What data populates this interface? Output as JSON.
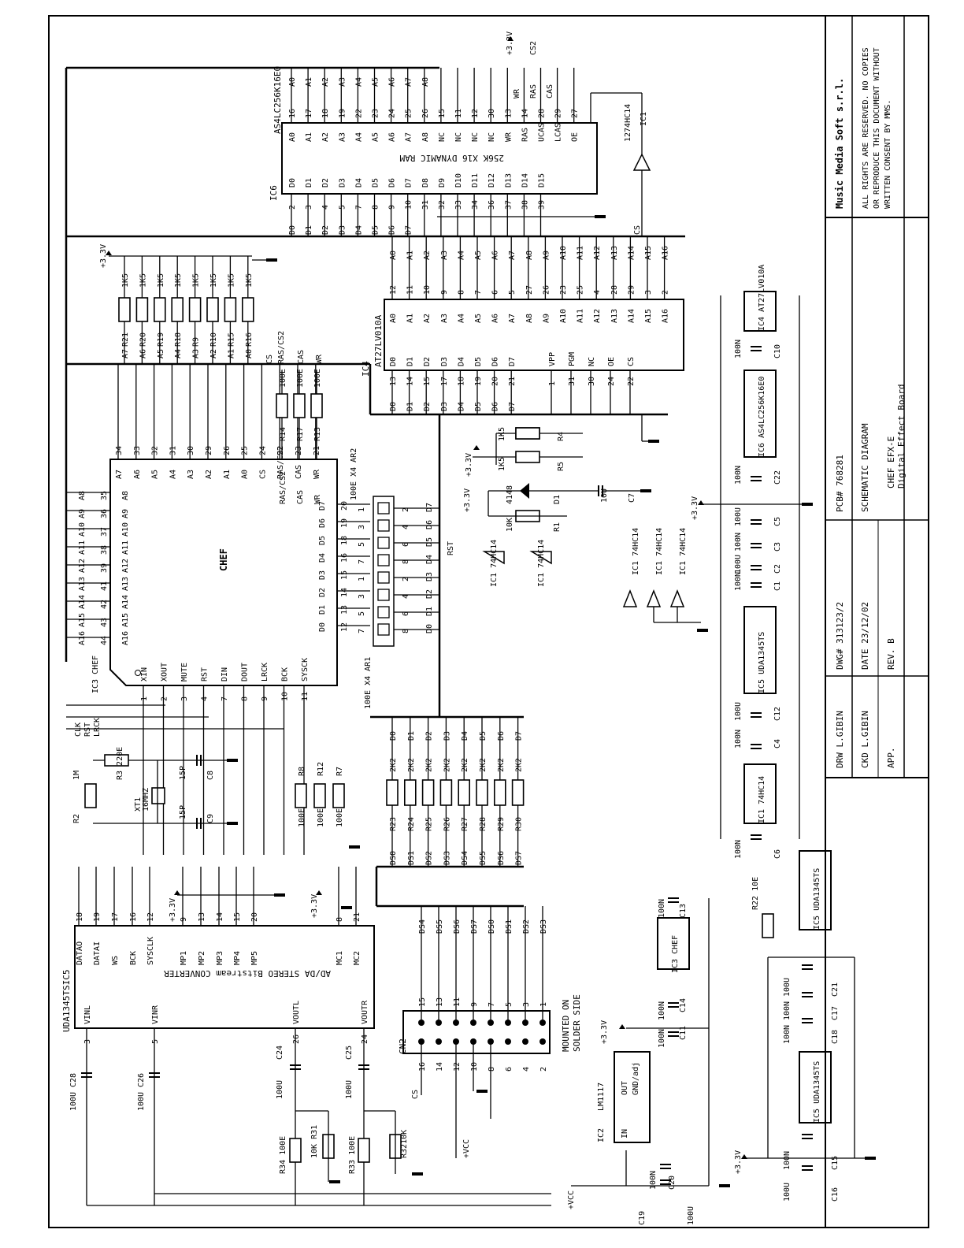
{
  "title_block": {
    "company": "Music Media Soft s.r.l.",
    "copyright": [
      "ALL RIGHTS ARE RESERVED. NO COPIES",
      "OR REPRODUCE THIS DOCUMENT WITHOUT",
      "WRITTEN  CONSENT  BY MMS."
    ],
    "pcb": "PCB#  768281",
    "diagram": "SCHEMATIC DIAGRAM",
    "project": "CHEF EFX-E",
    "subtitle": "Digital Effect Board",
    "dwg": "DWG#  313123/2",
    "date": "DATE  23/12/02",
    "rev": "REV.    B",
    "drw": "DRW  L.GIBIN",
    "ckd": "CKD  L.GIBIN",
    "app": "APP."
  },
  "ram": {
    "ref": "IC6",
    "part": "AS4LC256K16E0",
    "desc": "256K X16 DYNAMIC RAM",
    "addr_pins": [
      "A0",
      "A1",
      "A2",
      "A3",
      "A4",
      "A5",
      "A6",
      "A7",
      "A8",
      "NC",
      "NC",
      "NC",
      "NC",
      "WR",
      "RAS",
      "UCAS",
      "LCAS",
      "OE"
    ],
    "addr_nums": [
      "16",
      "17",
      "18",
      "19",
      "22",
      "23",
      "24",
      "25",
      "26",
      "15",
      "11",
      "12",
      "30",
      "13",
      "14",
      "28",
      "29",
      "27"
    ],
    "data_pins": [
      "D0",
      "D1",
      "D2",
      "D3",
      "D4",
      "D5",
      "D6",
      "D7",
      "D8",
      "D9",
      "D10",
      "D11",
      "D12",
      "D13",
      "D14",
      "D15"
    ],
    "data_nums": [
      "2",
      "3",
      "4",
      "5",
      "7",
      "8",
      "9",
      "10",
      "31",
      "32",
      "33",
      "34",
      "36",
      "37",
      "38",
      "39"
    ],
    "top_nets": [
      "A0",
      "A1",
      "A2",
      "A3",
      "A4",
      "A5",
      "A6",
      "A7",
      "A8",
      "WR",
      "RAS",
      "CAS"
    ],
    "bot_nets": [
      "D0",
      "D1",
      "D2",
      "D3",
      "D4",
      "D5",
      "D6",
      "D7",
      "CS"
    ]
  },
  "rom": {
    "ref": "IC4",
    "part": "AT27LV010A",
    "addr_pins": [
      "A0",
      "A1",
      "A2",
      "A3",
      "A4",
      "A5",
      "A6",
      "A7",
      "A8",
      "A9",
      "A10",
      "A11",
      "A12",
      "A13",
      "A14",
      "A15",
      "A16"
    ],
    "addr_nums": [
      "12",
      "11",
      "10",
      "9",
      "8",
      "7",
      "6",
      "5",
      "27",
      "26",
      "23",
      "25",
      "4",
      "28",
      "29",
      "3",
      "2"
    ],
    "data_pins": [
      "D0",
      "D1",
      "D2",
      "D3",
      "D4",
      "D5",
      "D6",
      "D7",
      "VPP",
      "PGM",
      "NC",
      "OE",
      "CS"
    ],
    "data_nums": [
      "13",
      "14",
      "15",
      "17",
      "18",
      "19",
      "20",
      "21",
      "1",
      "31",
      "30",
      "24",
      "22"
    ]
  },
  "chef": {
    "ref": "IC3",
    "name": "CHEF",
    "addr_pins": [
      "A7",
      "A6",
      "A5",
      "A4",
      "A3",
      "A2",
      "A1",
      "A0",
      "CS",
      "RAS/CS2",
      "CAS",
      "WR"
    ],
    "addr_nums": [
      "34",
      "33",
      "32",
      "31",
      "30",
      "29",
      "26",
      "25",
      "24",
      "22",
      "23",
      "21"
    ],
    "left_pins": [
      "A8",
      "A9",
      "A10",
      "A11",
      "A12",
      "A13",
      "A14",
      "A15",
      "A16"
    ],
    "left_nums": [
      "35",
      "36",
      "37",
      "38",
      "39",
      "41",
      "42",
      "43",
      "44"
    ],
    "data_pins": [
      "D7",
      "D6",
      "D5",
      "D4",
      "D3",
      "D2",
      "D1",
      "D0"
    ],
    "data_nums": [
      "20",
      "19",
      "18",
      "16",
      "15",
      "14",
      "13",
      "12"
    ],
    "bottom_pins": [
      "XIN",
      "XOUT",
      "MUTE",
      "RST",
      "DIN",
      "DOUT",
      "LRCK",
      "BCK",
      "SYSCK"
    ],
    "bottom_nums": [
      "1",
      "2",
      "3",
      "4",
      "7",
      "8",
      "9",
      "10",
      "11"
    ]
  },
  "codec": {
    "ref": "UDA1345TSIC5",
    "desc": "AD/DA STEREO Bitstream CONVERTER",
    "top_pins": [
      "DATAO",
      "DATAI",
      "WS",
      "BCK",
      "SYSCLK",
      "MP1",
      "MP2",
      "MP3",
      "MP4",
      "MP5",
      "MC1",
      "MC2"
    ],
    "top_nums": [
      "18",
      "19",
      "17",
      "16",
      "12",
      "9",
      "13",
      "14",
      "15",
      "20",
      "8",
      "21"
    ],
    "bot_pins": [
      "VINL",
      "VINR",
      "VOUTL",
      "VOUTR"
    ],
    "bot_nums": [
      "3",
      "5",
      "26",
      "24"
    ]
  },
  "resistors_addr": [
    {
      "ref": "R21",
      "val": "1K5",
      "net": "A7"
    },
    {
      "ref": "R20",
      "val": "1K5",
      "net": "A6"
    },
    {
      "ref": "R19",
      "val": "1K5",
      "net": "A5"
    },
    {
      "ref": "R18",
      "val": "1K5",
      "net": "A4"
    },
    {
      "ref": "R9",
      "val": "1K5",
      "net": "A3"
    },
    {
      "ref": "R10",
      "val": "1K5",
      "net": "A2"
    },
    {
      "ref": "R15",
      "val": "1K5",
      "net": "A1"
    },
    {
      "ref": "R16",
      "val": "1K5",
      "net": "A0"
    }
  ],
  "resistors_ctrl": [
    {
      "ref": "R14",
      "val": "100E",
      "net": "RAS/CS2"
    },
    {
      "ref": "R17",
      "val": "100E",
      "net": "CAS"
    },
    {
      "ref": "R13",
      "val": "100E",
      "net": "WR"
    }
  ],
  "resistors_ds": [
    {
      "ref": "R23",
      "val": "2K2",
      "net": "D0",
      "ds": "DS0"
    },
    {
      "ref": "R24",
      "val": "2K2",
      "net": "D1",
      "ds": "DS1"
    },
    {
      "ref": "R25",
      "val": "2K2",
      "net": "D2",
      "ds": "DS2"
    },
    {
      "ref": "R26",
      "val": "2K2",
      "net": "D3",
      "ds": "DS3"
    },
    {
      "ref": "R27",
      "val": "2K2",
      "net": "D4",
      "ds": "DS4"
    },
    {
      "ref": "R28",
      "val": "2K2",
      "net": "D5",
      "ds": "DS5"
    },
    {
      "ref": "R29",
      "val": "2K2",
      "net": "D6",
      "ds": "DS6"
    },
    {
      "ref": "R30",
      "val": "2K2",
      "net": "D7",
      "ds": "DS7"
    }
  ],
  "ar_arrays": {
    "ar2": "100E X4  AR2",
    "ar1": "100E X4  AR1",
    "d_left": [
      "D7",
      "D6",
      "D5",
      "D4",
      "D3",
      "D2",
      "D1",
      "D0"
    ],
    "d_right": [
      "D7",
      "D6",
      "D5",
      "D4",
      "D3",
      "D2",
      "D1",
      "D0"
    ],
    "nums_a": [
      "1",
      "3",
      "5",
      "7",
      "1",
      "3",
      "5",
      "7"
    ],
    "nums_b": [
      "2",
      "4",
      "6",
      "8",
      "2",
      "4",
      "6",
      "8"
    ]
  },
  "misc": {
    "r4": "R4",
    "r4v": "1K5",
    "r5": "R5",
    "r5v": "1K5",
    "d1": "D1",
    "d1v": "4148",
    "r1": "R1",
    "r1v": "10K",
    "c7": "C7",
    "c7v": "10U",
    "rst": "RST",
    "ic1a": "IC1 74HC14",
    "ic1b": "IC1 74HC14",
    "ic1c": "IC1 74HC14",
    "ic1d": "IC1 74HC14",
    "ic1e": "IC1 74HC14",
    "ic1f": "IC1 74HC14",
    "v33": "+3.3V",
    "vcc": "+VCC",
    "cs": "CS",
    "cs2": "CS2",
    "ras_cs2": "RAS/CS2",
    "clk": "CLK",
    "rst2": "RST",
    "lrck": "LRCK",
    "m1": "1M",
    "r2": "R2",
    "r3": "R3 220E",
    "xt1": "XT1",
    "xtv": "16MHZ",
    "c8": "C8",
    "c8v": "15P",
    "c9": "C9",
    "c9v": "15P",
    "r8": "R8",
    "r12": "R12",
    "r7": "R7",
    "r8v": "100E",
    "r12v": "100E",
    "r7v": "100E",
    "cn2": "CN2",
    "mounted": "MOUNTED ON",
    "solder": "SOLDER SIDE",
    "c28": "C28",
    "c28v": "100U",
    "c26": "C26",
    "c26v": "100U",
    "c24": "C24",
    "c24v": "100U",
    "c25": "C25",
    "c25v": "100U",
    "r34": "R34 100E",
    "r31": "10K R31",
    "r33": "R33 100E",
    "r32": "R3210K",
    "vcc2": "+VCC",
    "cs_cn": "CS",
    "ic2": "IC2",
    "lm": "LM1117",
    "in": "IN",
    "out": "OUT",
    "adj": "GND/adj",
    "c19": "C19",
    "c19v": "100U",
    "c20": "C20",
    "c20v": "100N",
    "c11": "C11",
    "c11v": "100N",
    "c14": "C14",
    "c14v": "100N",
    "c13": "C13",
    "c13v": "100N",
    "ic3b": "IC3 CHEF",
    "r22": "R22 10E",
    "c21": "C21",
    "c21v": "100U",
    "c17": "C17",
    "c17v": "100N",
    "c18": "C18",
    "c18v": "100N",
    "c15": "C15",
    "c15v": "100N",
    "c16": "C16",
    "c16v": "100U",
    "ic5a": "IC5 UDA1345TS",
    "ic5b": "IC5 UDA1345TS",
    "ic5c": "IC5 UDA1345TS",
    "c6": "C6",
    "c6v": "100N",
    "ic1p": "IC1 74HC14",
    "c4": "C4",
    "c4v": "100N",
    "c12": "C12",
    "c12v": "100U",
    "c1": "C1",
    "c1v": "100N",
    "c2": "C2",
    "c2v": "100U",
    "c3": "C3",
    "c3v": "100N",
    "c5": "C5",
    "c5v": "100U",
    "c22": "C22",
    "c22v": "100N",
    "c10": "C10",
    "c10v": "100N",
    "ic6b": "IC6 AS4LC256K16E0",
    "ic4b": "IC4 AT27LV010A",
    "ic1_1274": "1274HC14",
    "ic1_13": "IC1"
  }
}
